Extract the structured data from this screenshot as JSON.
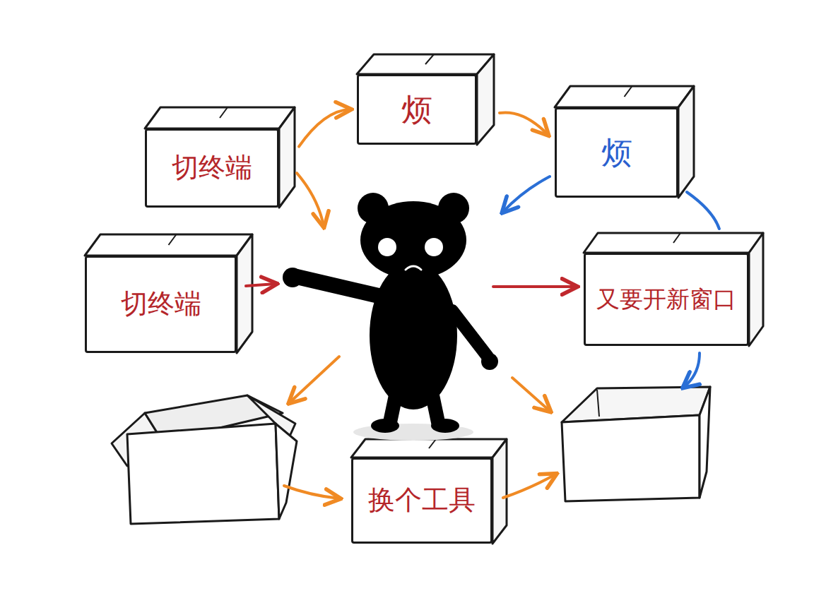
{
  "diagram": {
    "nodes": [
      {
        "text": [
          "切终端"
        ]
      },
      {
        "text": [
          "烦"
        ]
      },
      {
        "text": [
          "烦"
        ]
      },
      {
        "text": [
          "切终端"
        ]
      },
      {
        "text": [
          "又要开新窗口"
        ]
      },
      {
        "text": [
          "换个工具"
        ]
      }
    ],
    "edges": [
      {
        "from": 0,
        "to": 1,
        "arrow": "to"
      },
      {
        "from": 1,
        "to": 2,
        "arrow": "to"
      },
      {
        "from": 2,
        "to": 4,
        "arrow": "none"
      }
    ]
  }
}
